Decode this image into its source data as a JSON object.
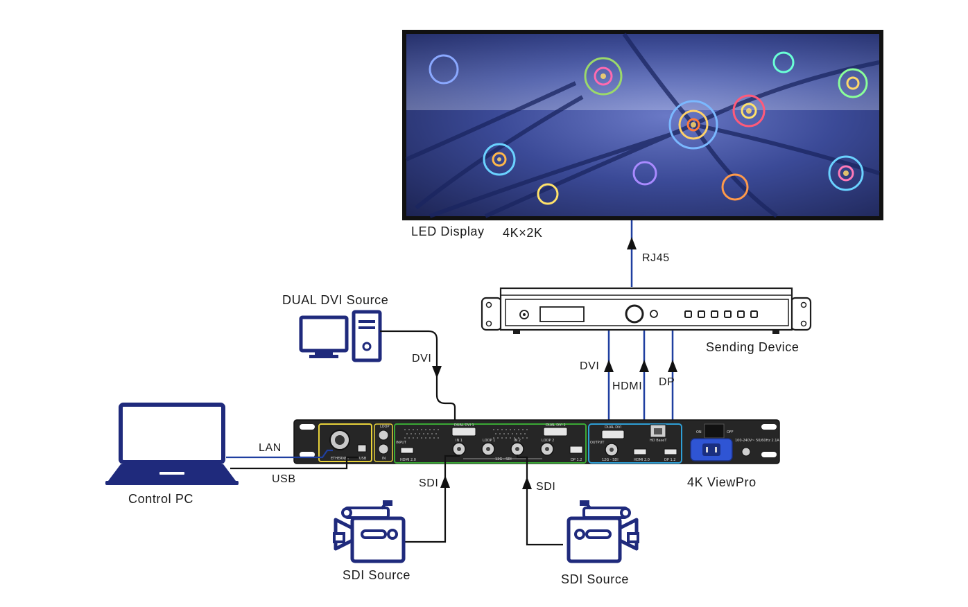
{
  "labels": {
    "led_display": "LED Display",
    "resolution": "4K×2K",
    "rj45": "RJ45",
    "sending_device": "Sending Device",
    "dual_dvi_source": "DUAL  DVI Source",
    "dvi_source_cable": "DVI",
    "dvi_sending": "DVI",
    "hdmi_sending": "HDMI",
    "dp_sending": "DP",
    "lan": "LAN",
    "usb": "USB",
    "control_pc": "Control PC",
    "viewpro": "4K ViewPro",
    "sdi_left": "SDI",
    "sdi_right": "SDI",
    "sdi_source_left": "SDI Source",
    "sdi_source_right": "SDI Source"
  },
  "panel_text": {
    "ethernet": "ETHERNET",
    "usb": "USB",
    "loop": "LOOP",
    "in": "IN",
    "input": "INPUT",
    "hdmi20": "HDMI 2.0",
    "dual_dvi_1": "DUAL DVI 1",
    "dual_dvi_2": "DUAL DVI 2",
    "in1": "IN 1",
    "in2": "IN 2",
    "loop1": "LOOP 1",
    "loop2": "LOOP 2",
    "sdi12g": "12G - SDI",
    "dp12": "DP 1.2",
    "output": "OUTPUT",
    "dual_dvi": "DUAL DVI",
    "out_12g_sdi": "12G - SDI",
    "out_hdmi20": "HDMI 2.0",
    "out_dp12": "DP 1.2",
    "hd_base_t": "HD BaseT",
    "on": "ON",
    "off": "OFF",
    "power_rating": "100-240V~ 50/60Hz 2.1A"
  },
  "colors": {
    "icon_blue": "#1f2a7c",
    "line_blue": "#1f3fa0",
    "device_frame": "#1d1d1d",
    "sdi_green": "#3aa935",
    "dvi_yellow": "#e8d23a",
    "output_blue": "#2e9fd6",
    "power_blue": "#2f55d4"
  }
}
